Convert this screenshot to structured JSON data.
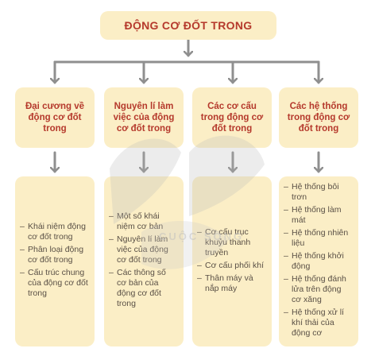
{
  "title": "ĐỘNG CƠ ĐỐT TRONG",
  "columns": [
    {
      "heading": "Đại cương về động cơ đốt trong",
      "items": [
        "Khái niệm động cơ đốt trong",
        "Phân loại động cơ đốt trong",
        "Cấu trúc chung của động cơ đốt trong"
      ]
    },
    {
      "heading": "Nguyên lí làm việc của động cơ đốt trong",
      "items": [
        "Một số khái niệm cơ bản",
        "Nguyên lí làm việc của động cơ đốt trong",
        "Các thông số cơ bản của động cơ đốt trong"
      ]
    },
    {
      "heading": "Các cơ cấu trong động cơ đốt trong",
      "items": [
        "Cơ cấu trục khuỷu thanh truyền",
        "Cơ cấu phối khí",
        "Thân máy và nắp máy"
      ]
    },
    {
      "heading": "Các hệ thống trong động cơ đốt trong",
      "items": [
        "Hệ thống bôi trơn",
        "Hệ thống làm mát",
        "Hệ thống nhiên liệu",
        "Hệ thống khởi động",
        "Hệ thống đánh lửa trên động cơ xăng",
        "Hệ thống xử lí khí thải của động cơ"
      ]
    }
  ],
  "watermark": "CUỘC SỐNG",
  "colors": {
    "box_fill": "#fbeec6",
    "heading_text": "#b5392c",
    "connector": "#8f8f8f",
    "body_text": "#5a5046"
  }
}
